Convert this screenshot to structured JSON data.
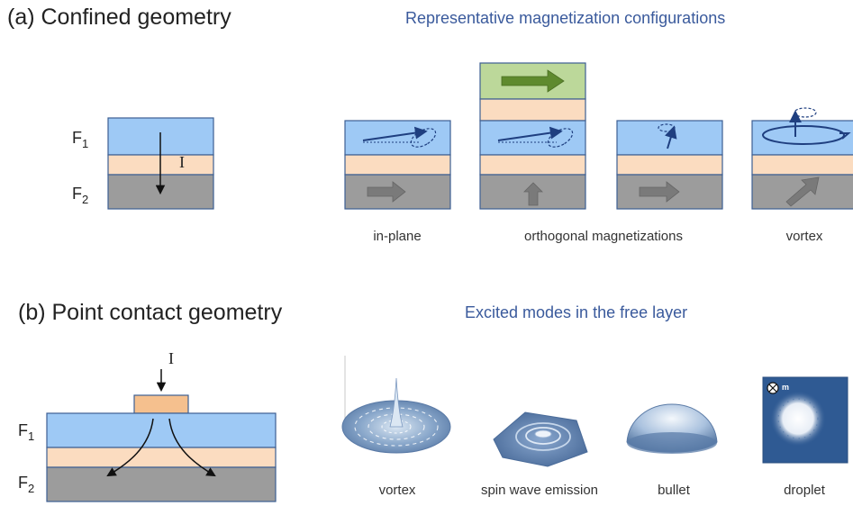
{
  "section_a": {
    "title": "(a) Confined geometry",
    "subtitle": "Representative magnetization configurations",
    "layer_f1": {
      "main": "F",
      "sub": "1"
    },
    "layer_f2": {
      "main": "F",
      "sub": "2"
    },
    "current_label": "I",
    "captions": {
      "in_plane": "in-plane",
      "orthogonal": "orthogonal magnetizations",
      "vortex": "vortex"
    }
  },
  "section_b": {
    "title": "(b) Point contact geometry",
    "subtitle": "Excited modes in the free layer",
    "layer_f1": {
      "main": "F",
      "sub": "1"
    },
    "layer_f2": {
      "main": "F",
      "sub": "2"
    },
    "current_label": "I",
    "captions": {
      "vortex": "vortex",
      "spin_wave": "spin wave emission",
      "bullet": "bullet",
      "droplet": "droplet"
    },
    "droplet_marker": "m"
  },
  "colors": {
    "free_layer": "#9ec9f5",
    "spacer": "#fbdcc0",
    "fixed_layer": "#9c9c9c",
    "polarizer": "#bcd89a",
    "border": "#3d5f92",
    "arrow_dark_blue": "#1f3f80",
    "arrow_gray": "#7a7a7a",
    "arrow_green": "#5f8a2e",
    "title_blue": "#3a5a9c",
    "droplet_bg": "#2f5a93",
    "contact": "#f5c08e"
  },
  "icons": {
    "curved_current": "curved-current-arrows-icon",
    "precession_orbit": "precession-orbit-icon",
    "out_of_plane": "cross-in-circle-icon"
  }
}
